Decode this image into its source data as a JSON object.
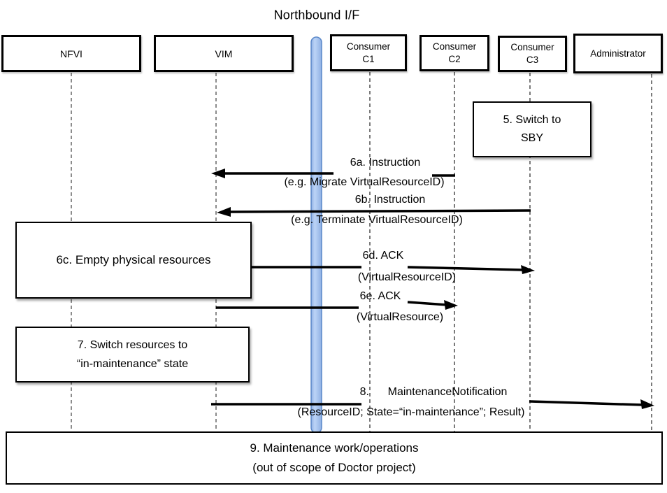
{
  "title": "Northbound I/F",
  "actors": {
    "nfvi": {
      "label": "NFVI"
    },
    "vim": {
      "label": "VIM"
    },
    "c1": {
      "label": "Consumer\nC1"
    },
    "c2": {
      "label": "Consumer\nC2"
    },
    "c3": {
      "label": "Consumer\nC3"
    },
    "admin": {
      "label": "Administrator"
    }
  },
  "notes": {
    "n5": {
      "label": "5. Switch to\nSBY"
    },
    "n6c": {
      "label": "6c. Empty physical resources"
    },
    "n7": {
      "label": "7. Switch resources to\n“in-maintenance” state"
    },
    "n9": {
      "label": "9. Maintenance work/operations\n(out of scope of Doctor project)"
    }
  },
  "messages": {
    "m6a": {
      "name": "6a. Instruction",
      "detail": "(e.g. Migrate VirtualResourceID)"
    },
    "m6b": {
      "name": "6b. Instruction",
      "detail": "(e.g. Terminate VirtualResourceID)"
    },
    "m6d": {
      "name": "6d. ACK",
      "detail": "(VirtualResourceID)"
    },
    "m6e": {
      "name": "6e. ACK",
      "detail": "(VirtualResource)"
    },
    "m8": {
      "name": "8.      MaintenanceNotification",
      "detail": "(ResourceID; State=“in-maintenance”; Result)"
    }
  },
  "colors": {
    "bar_fill_light": "#BCD4F6",
    "bar_fill_dark": "#8FB0E4",
    "bar_edge": "#5B88C9",
    "arrow": "#000000",
    "lifeline": "#4d4d4d"
  }
}
